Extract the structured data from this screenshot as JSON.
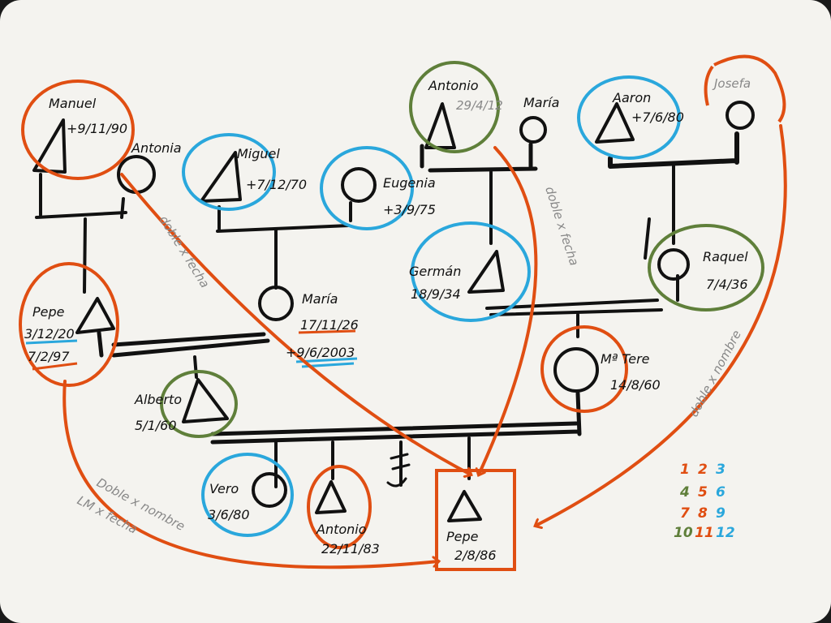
{
  "colors": {
    "orange": "#e04e12",
    "blue": "#2aa7dc",
    "green": "#5f7f3a",
    "black": "#111111",
    "gray": "#8a8a8a"
  },
  "people": {
    "manuel": {
      "name": "Manuel",
      "date": "+9/11/90"
    },
    "antonia": {
      "name": "Antonia"
    },
    "miguel": {
      "name": "Miguel",
      "date": "+7/12/70"
    },
    "eugenia": {
      "name": "Eugenia",
      "date": "+3/9/75"
    },
    "antonio_top": {
      "name": "Antonio",
      "date": "29/4/12"
    },
    "maria_top": {
      "name": "María"
    },
    "aaron": {
      "name": "Aaron",
      "date": "+7/6/80"
    },
    "josefa": {
      "name": "Josefa"
    },
    "pepe_left": {
      "name": "Pepe",
      "date1": "3/12/20",
      "date2": "7/2/97"
    },
    "maria_mid": {
      "name": "María",
      "date1": "17/11/26",
      "date2": "+9/6/2003"
    },
    "german": {
      "name": "Germán",
      "date": "18/9/34"
    },
    "raquel": {
      "name": "Raquel",
      "date": "7/4/36"
    },
    "mtere": {
      "name": "Mª Tere",
      "date": "14/8/60"
    },
    "alberto": {
      "name": "Alberto",
      "date": "5/1/60"
    },
    "vero": {
      "name": "Vero",
      "date": "3/6/80"
    },
    "antonio_bottom": {
      "name": "Antonio",
      "date": "22/11/83"
    },
    "pepe_target": {
      "name": "Pepe",
      "date": "2/8/86"
    }
  },
  "annotations": {
    "left_arrow": "doble x fecha",
    "middle_arrow": "doble x fecha",
    "right_arrow": "doble x nombre",
    "bottom_arrow_1": "Doble x nombre",
    "bottom_arrow_2": "LM x fecha"
  },
  "legend": [
    {
      "num": "1",
      "color": "#e04e12"
    },
    {
      "num": "2",
      "color": "#e04e12"
    },
    {
      "num": "3",
      "color": "#2aa7dc"
    },
    {
      "num": "4",
      "color": "#5f7f3a"
    },
    {
      "num": "5",
      "color": "#e04e12"
    },
    {
      "num": "6",
      "color": "#2aa7dc"
    },
    {
      "num": "7",
      "color": "#e04e12"
    },
    {
      "num": "8",
      "color": "#e04e12"
    },
    {
      "num": "9",
      "color": "#2aa7dc"
    },
    {
      "num": "10",
      "color": "#5f7f3a"
    },
    {
      "num": "11",
      "color": "#e04e12"
    },
    {
      "num": "12",
      "color": "#2aa7dc"
    }
  ]
}
